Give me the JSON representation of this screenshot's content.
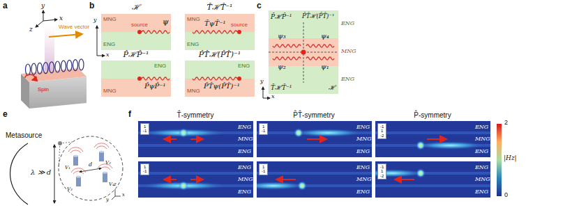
{
  "diagram": {
    "nodes": [
      {
        "text": [
          "ℋ",
          "source",
          "ψ"
        ]
      },
      {
        "text": [
          "MNG"
        ],
        "in": 0
      },
      {
        "text": [
          "ENG"
        ],
        "in": 0
      },
      {
        "text": [
          "T̂ℋT̂⁻¹",
          "source",
          "T̂ψT̂⁻¹"
        ]
      },
      {
        "text": [
          "MNG"
        ],
        "in": 3
      },
      {
        "text": [
          "ENG"
        ],
        "in": 3
      },
      {
        "text": [
          "P̂ℋP̂⁻¹",
          "P̂ψP̂⁻¹"
        ]
      },
      {
        "text": [
          "ENG"
        ],
        "in": 6
      },
      {
        "text": [
          "MNG"
        ],
        "in": 6
      },
      {
        "text": [
          "P̂T̂ℋ(P̂T̂)⁻¹",
          "P̂T̂ψ(P̂T̂)⁻¹"
        ]
      },
      {
        "text": [
          "ENG"
        ],
        "in": 9
      },
      {
        "text": [
          "MNG"
        ],
        "in": 9
      },
      {
        "text": [
          "P̂ℋP̂⁻¹",
          "P̂T̂ℋ(P̂T̂)⁻¹",
          "T̂ℋT̂⁻¹",
          "ℋ"
        ]
      },
      {
        "text": [
          "ENG",
          "MNG",
          "ENG"
        ]
      },
      {
        "text": [
          "ENG",
          "MNG",
          "ENG"
        ]
      },
      {
        "text": [
          "ENG",
          "MNG",
          "ENG"
        ]
      },
      {
        "text": [
          "ENG",
          "MNG",
          "ENG"
        ]
      },
      {
        "text": [
          "ENG",
          "MNG",
          "ENG"
        ]
      },
      {
        "text": [
          "ENG",
          "MNG",
          "ENG"
        ]
      },
      {
        "text": [
          "1",
          "-1"
        ],
        "in": 13
      },
      {
        "text": [
          "1",
          "-1"
        ],
        "in": 14
      },
      {
        "text": [
          "-1",
          "1",
          "-2"
        ],
        "in": 15
      },
      {
        "text": [
          "1",
          "-1"
        ],
        "in": 16
      },
      {
        "text": [
          "1",
          "-1"
        ],
        "in": 17
      },
      {
        "text": [
          "-1",
          "1",
          "-2"
        ],
        "in": 18
      }
    ],
    "labels": [
      "a",
      "y",
      "x",
      "z",
      "Wave vector",
      "Spin",
      "b",
      "y",
      "x",
      "c",
      "ψ₃",
      "ψ₄",
      "ψ₂",
      "ψ₁",
      "ENG",
      "MNG",
      "ENG",
      "y",
      "x",
      "e",
      "Metasource",
      "λ ≫ d",
      "d",
      "V₁",
      "V₂",
      "V₃",
      "V₄",
      "x",
      "y",
      "z",
      "f",
      "T̂-symmetry",
      "P̂T̂-symmetry",
      "P̂-symmetry",
      "2",
      "0",
      "|Hz|"
    ]
  }
}
